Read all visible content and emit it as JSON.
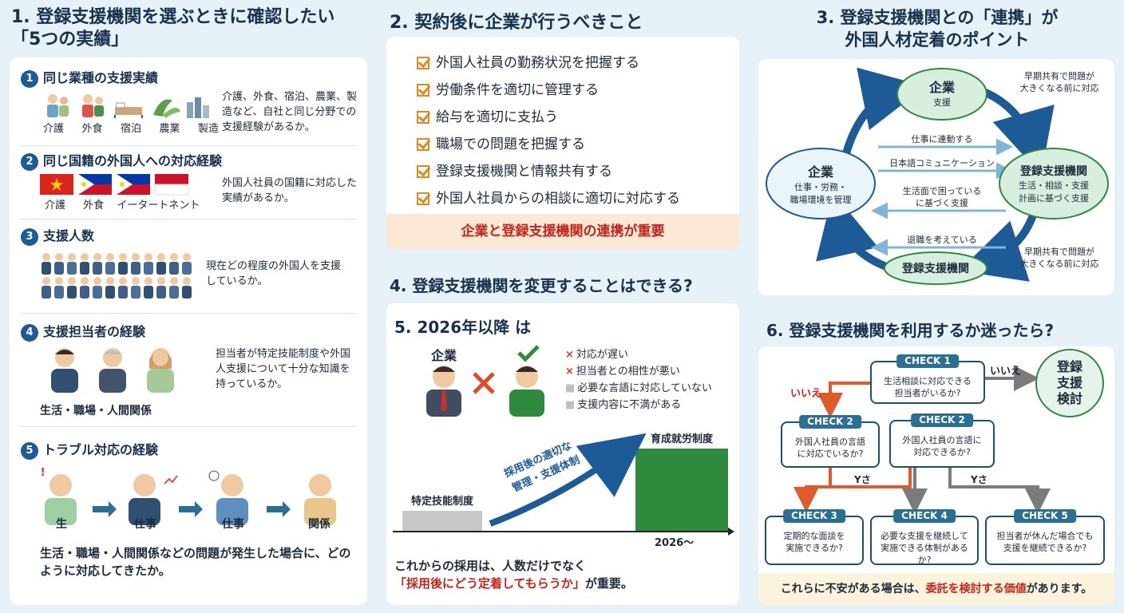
{
  "s1": {
    "title1": "1. 登録支援機関を選ぶときに確認したい",
    "title2": "「5つの実績」",
    "i1": {
      "num": "1",
      "title": "同じ業種の支援実績",
      "labels": [
        "介護",
        "外食",
        "宿泊",
        "農業",
        "製造"
      ],
      "desc": "介護、外食、宿泊、農業、製造など、自社と同じ分野での支援経験があるか。"
    },
    "i2": {
      "num": "2",
      "title": "同じ国籍の外国人への対応経験",
      "labels": [
        "介護",
        "外食",
        "イータートネント"
      ],
      "desc": "外国人社員の国籍に対応した実績があるか。"
    },
    "i3": {
      "num": "3",
      "title": "支援人数",
      "desc": "現在どの程度の外国人を支援しているか。"
    },
    "i4": {
      "num": "4",
      "title": "支援担当者の経験",
      "desc": "担当者が特定技能制度や外国人支援について十分な知識を持っているか。",
      "sub": "生活・職場・人間関係"
    },
    "i5": {
      "num": "5",
      "title": "トラブル対応の経験",
      "steps": [
        "生",
        "仕事",
        "仕事",
        "関係"
      ],
      "desc": "生活・職場・人間関係などの問題が発生した場合に、どのように対応してきたか。"
    }
  },
  "s2": {
    "title": "2. 契約後に企業が行うべきこと",
    "items": [
      "外国人社員の勤務状況を把握する",
      "労働条件を適切に管理する",
      "給与を適切に支払う",
      "職場での問題を把握する",
      "登録支援機関と情報共有する",
      "外国人社員からの相談に適切に対応する"
    ],
    "banner": "企業と登録支援機関の連携が重要"
  },
  "s3": {
    "title1": "3. 登録支援機関との「連携」が",
    "title2": "外国人材定着のポイント",
    "top": {
      "name": "企業",
      "sub": "支援"
    },
    "left": {
      "name": "企業",
      "sub1": "仕事・労務・",
      "sub2": "職場環境を管理"
    },
    "right": {
      "name": "登録支援機関",
      "sub1": "生活・相談・支援",
      "sub2": "計画に基づく支援"
    },
    "bottom": {
      "name": "登録支援機関"
    },
    "note_tr1": "早期共有で問題が",
    "note_tr2": "大きくなる前に対応",
    "note_br1": "早期共有で問題が",
    "note_br2": "大きくなる前に対応",
    "arrow1": "仕事に連動する",
    "arrow2": "日本語コミュニケーション",
    "arrow3a": "生活面で困っている",
    "arrow3b": "に基づく支援",
    "arrow4": "退職を考えている"
  },
  "s4": {
    "title": "4. 登録支援機関を変更することはできる?",
    "sub_title": "5. 2026年以降 は",
    "company": "企業",
    "reasons": [
      {
        "mark": "×",
        "text": "対応が遅い"
      },
      {
        "mark": "×",
        "text": "担当者との相性が悪い"
      },
      {
        "mark": "■",
        "text": "必要な言語に対応していない"
      },
      {
        "mark": "■",
        "text": "支援内容に不満がある"
      }
    ]
  },
  "chart_data": {
    "type": "bar",
    "categories": [
      "特定技能制度",
      "育成就労制度"
    ],
    "values": [
      1,
      4
    ],
    "annotation_line1": "採用後の適切な",
    "annotation_line2": "管理・支援体制",
    "x_tick": "2026〜",
    "caption1": "これからの採用は、人数だけでなく",
    "caption2": "「採用後にどう定着してもらうか」",
    "caption3": "が重要。",
    "colors": {
      "before": "#c8c8c8",
      "after": "#2e8b3e",
      "arrow": "#1d5a98"
    }
  },
  "s6": {
    "title": "6. 登録支援機関を利用するか迷ったら?",
    "check1": {
      "label": "CHECK 1",
      "text1": "生活相談に対応できる",
      "text2": "担当者がいるか?"
    },
    "no1": "いいえ",
    "no2": "いいえ",
    "result": [
      "登録",
      "支援",
      "検討"
    ],
    "check2a": {
      "label": "CHECK 2",
      "text1": "外国人社員の言語",
      "text2": "に対応でいるか?"
    },
    "check2b": {
      "label": "CHECK 2",
      "text1": "外国人社員の言語に",
      "text2": "対応できるか?"
    },
    "yes1": "Yさ",
    "yes2": "Yさ",
    "check3": {
      "label": "CHECK 3",
      "text1": "定期的な面談を",
      "text2": "実施できるか?"
    },
    "check4": {
      "label": "CHECK 4",
      "text1": "必要な支援を継続して",
      "text2": "実施できる体制があるか?"
    },
    "check5": {
      "label": "CHECK 5",
      "text1": "担当者が休んだ場合でも",
      "text2": "支援を継続できるか?"
    },
    "footer1": "これらに不安がある場合は、",
    "footer2": "委託を検討する価値",
    "footer3": "があります。"
  }
}
